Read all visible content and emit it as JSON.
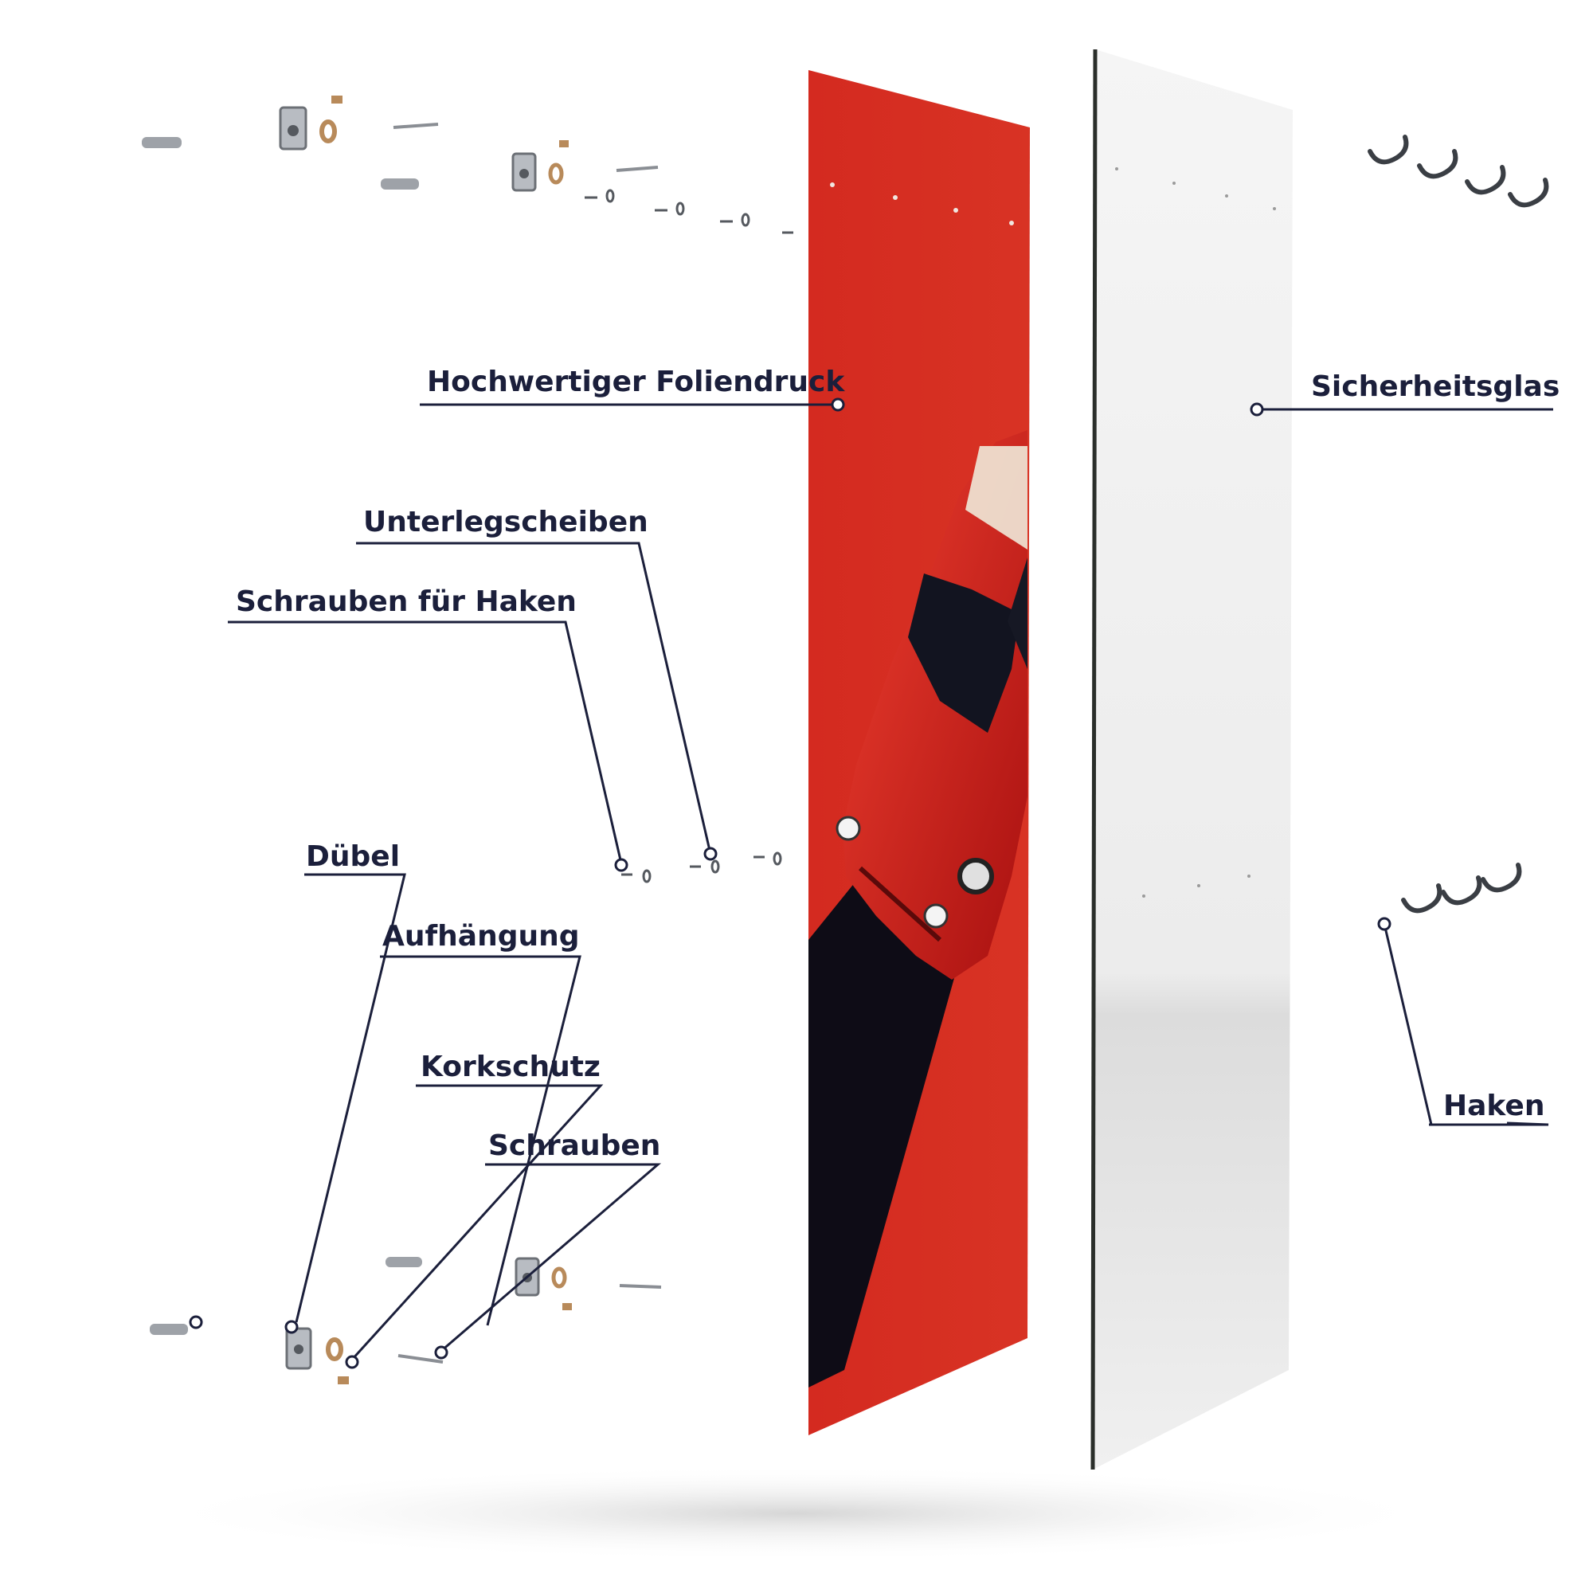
{
  "labels": {
    "foliendruck": "Hochwertiger Foliendruck",
    "sicherheitsglas": "Sicherheitsglas",
    "unterlegscheiben": "Unterlegscheiben",
    "schrauben_haken": "Schrauben für Haken",
    "duebel": "Dübel",
    "aufhaengung": "Aufhängung",
    "korkschutz": "Korkschutz",
    "schrauben": "Schrauben",
    "haken": "Haken"
  },
  "colors": {
    "panel_red": "#d8261e",
    "panel_red_dark": "#b91a14",
    "shadow": "#0e0c16",
    "glass": "#f1f1f1",
    "glass_edge": "#2a2e2a",
    "leader": "#1b1f3b",
    "metal": "#9ea2a8",
    "cork": "#b88a5a"
  },
  "icons": {
    "car": "red-sports-car",
    "hook": "hook-icon",
    "screw": "screw-icon",
    "dowel": "dowel-icon",
    "bracket": "bracket-icon",
    "washer": "washer-icon",
    "cork": "cork-pad-icon"
  }
}
